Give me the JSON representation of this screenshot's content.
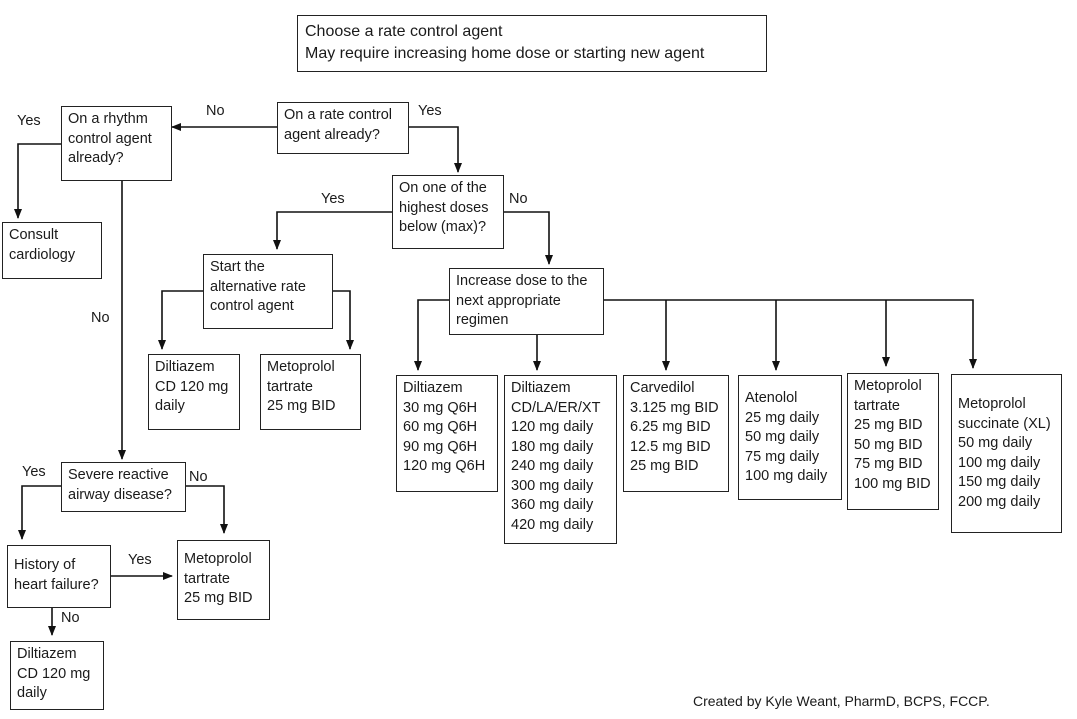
{
  "header": {
    "line1": "Choose a rate control agent",
    "line2": "May require increasing home dose or starting new agent"
  },
  "nodes": {
    "rate_q": [
      "On a rate control",
      "agent already?"
    ],
    "rhythm_q": [
      "On a rhythm",
      "control agent",
      "already?"
    ],
    "consult": [
      "Consult",
      "cardiology"
    ],
    "highest_q": [
      "On one of the",
      "highest doses",
      "below (max)?"
    ],
    "start_alt": [
      "Start the",
      "alternative rate",
      "control agent"
    ],
    "increase": [
      "Increase dose to the",
      "next appropriate",
      "regimen"
    ],
    "alt_dilt": [
      "Diltiazem",
      "CD 120 mg",
      "daily"
    ],
    "alt_meto": [
      "Metoprolol",
      "tartrate",
      "25 mg BID"
    ],
    "airway_q": [
      "Severe reactive",
      "airway disease?"
    ],
    "hf_q": [
      "History of",
      "heart failure?"
    ],
    "meto_bottom": [
      "Metoprolol",
      "tartrate",
      "25 mg BID"
    ],
    "dilt_bottom": [
      "Diltiazem",
      "CD 120 mg",
      "daily"
    ]
  },
  "regimens": {
    "dilt_ir": [
      "Diltiazem",
      "30 mg Q6H",
      "60 mg Q6H",
      "90 mg Q6H",
      "120 mg Q6H"
    ],
    "dilt_er": [
      "Diltiazem",
      "CD/LA/ER/XT",
      "120 mg daily",
      "180 mg daily",
      "240 mg daily",
      "300 mg daily",
      "360 mg daily",
      "420 mg daily"
    ],
    "carvedilol": [
      "Carvedilol",
      "3.125 mg BID",
      "6.25 mg BID",
      "12.5 mg BID",
      "25 mg BID"
    ],
    "atenolol": [
      "Atenolol",
      "25 mg daily",
      "50 mg daily",
      "75 mg daily",
      "100 mg daily"
    ],
    "meto_tart": [
      "Metoprolol",
      "tartrate",
      "25 mg BID",
      "50 mg BID",
      "75 mg BID",
      "100 mg BID"
    ],
    "meto_succ": [
      "Metoprolol",
      "succinate (XL)",
      "50 mg daily",
      "100 mg daily",
      "150 mg daily",
      "200 mg daily"
    ]
  },
  "edge_labels": {
    "rate_no": "No",
    "rate_yes": "Yes",
    "rhythm_yes": "Yes",
    "rhythm_no": "No",
    "highest_yes": "Yes",
    "highest_no": "No",
    "airway_yes": "Yes",
    "airway_no": "No",
    "hf_yes": "Yes",
    "hf_no": "No"
  },
  "credit": "Created by Kyle Weant, PharmD, BCPS, FCCP."
}
